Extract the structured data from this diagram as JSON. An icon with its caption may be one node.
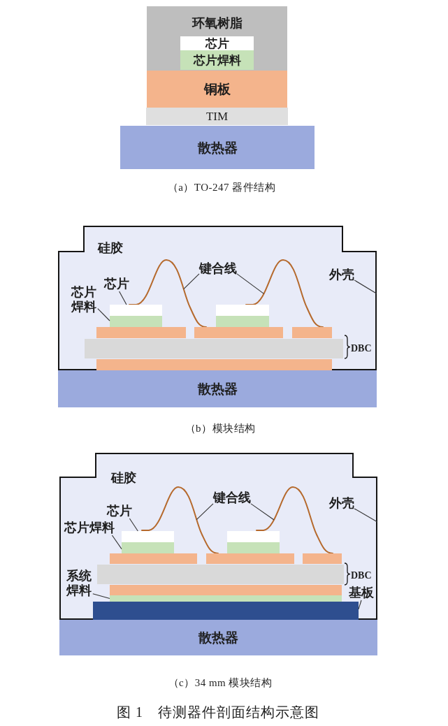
{
  "diagram": {
    "caption": "图 1　待测器件剖面结构示意图",
    "nodes": [
      {
        "text": [
          "环氧树脂"
        ]
      },
      {
        "text": [
          "芯片"
        ],
        "in": 0
      },
      {
        "text": [
          "芯片焊料"
        ],
        "in": 0
      },
      {
        "text": [
          "铜板"
        ]
      },
      {
        "text": [
          "TIM"
        ]
      },
      {
        "text": [
          "散热器"
        ]
      },
      {
        "text": [
          "硅胶"
        ]
      },
      {
        "text": [
          "键合线"
        ],
        "in": 6
      },
      {
        "text": [
          "外壳"
        ],
        "in": 6
      },
      {
        "text": [
          "芯片"
        ],
        "in": 6
      },
      {
        "text": [
          "芯片焊料"
        ],
        "in": 6
      },
      {
        "text": [],
        "shape": "wire",
        "in": 6
      },
      {
        "text": [],
        "shape": "wire",
        "in": 6
      },
      {
        "text": [],
        "shape": "box",
        "in": 6
      },
      {
        "text": [],
        "shape": "box",
        "in": 6
      },
      {
        "text": [],
        "shape": "bar",
        "in": 6
      },
      {
        "text": [],
        "shape": "bar",
        "in": 6
      },
      {
        "text": [],
        "shape": "bar",
        "in": 6
      },
      {
        "text": [],
        "shape": "bar",
        "in": 6
      },
      {
        "text": [],
        "shape": "bar",
        "in": 6
      },
      {
        "text": [],
        "shape": "bar",
        "in": 6
      },
      {
        "text": [],
        "shape": "bar",
        "in": 6
      },
      {
        "text": [
          "散热器"
        ]
      },
      {
        "text": [
          "硅胶"
        ]
      },
      {
        "text": [
          "键合线"
        ],
        "in": 23
      },
      {
        "text": [
          "外壳"
        ],
        "in": 23
      },
      {
        "text": [
          "芯片"
        ],
        "in": 23
      },
      {
        "text": [
          "芯片焊料"
        ],
        "in": 23
      },
      {
        "text": [
          "系统焊料"
        ],
        "in": 23
      },
      {
        "text": [
          "基板"
        ],
        "in": 23
      },
      {
        "text": [],
        "shape": "wire",
        "in": 23
      },
      {
        "text": [],
        "shape": "wire",
        "in": 23
      },
      {
        "text": [],
        "shape": "box",
        "in": 23
      },
      {
        "text": [],
        "shape": "box",
        "in": 23
      },
      {
        "text": [],
        "shape": "bar",
        "in": 23
      },
      {
        "text": [],
        "shape": "bar",
        "in": 23
      },
      {
        "text": [],
        "shape": "bar",
        "in": 23
      },
      {
        "text": [],
        "shape": "bar",
        "in": 23
      },
      {
        "text": [],
        "shape": "bar",
        "in": 23
      },
      {
        "text": [],
        "shape": "bar",
        "in": 23
      },
      {
        "text": [],
        "shape": "bar",
        "in": 23
      },
      {
        "text": [],
        "shape": "bar",
        "in": 23
      },
      {
        "text": [],
        "shape": "bar",
        "in": 23
      },
      {
        "text": [
          "散热器"
        ]
      }
    ],
    "edges": [
      {
        "from": 7,
        "to": 11,
        "arrow": "none"
      },
      {
        "from": 7,
        "to": 12,
        "arrow": "none"
      },
      {
        "from": 8,
        "to": 6,
        "arrow": "none"
      },
      {
        "from": 9,
        "to": 13,
        "arrow": "none"
      },
      {
        "from": 10,
        "to": 15,
        "arrow": "none"
      },
      {
        "from": 24,
        "to": 30,
        "arrow": "none"
      },
      {
        "from": 24,
        "to": 31,
        "arrow": "none"
      },
      {
        "from": 25,
        "to": 23,
        "arrow": "none"
      },
      {
        "from": 26,
        "to": 32,
        "arrow": "none"
      },
      {
        "from": 27,
        "to": 34,
        "arrow": "none"
      },
      {
        "from": 28,
        "to": 41,
        "arrow": "none"
      },
      {
        "from": 29,
        "to": 42,
        "arrow": "none"
      }
    ],
    "labels": [
      "（a）TO-247 器件结构",
      "DBC",
      "（b）模块结构",
      "DBC",
      "（c）34 mm 模块结构"
    ]
  }
}
